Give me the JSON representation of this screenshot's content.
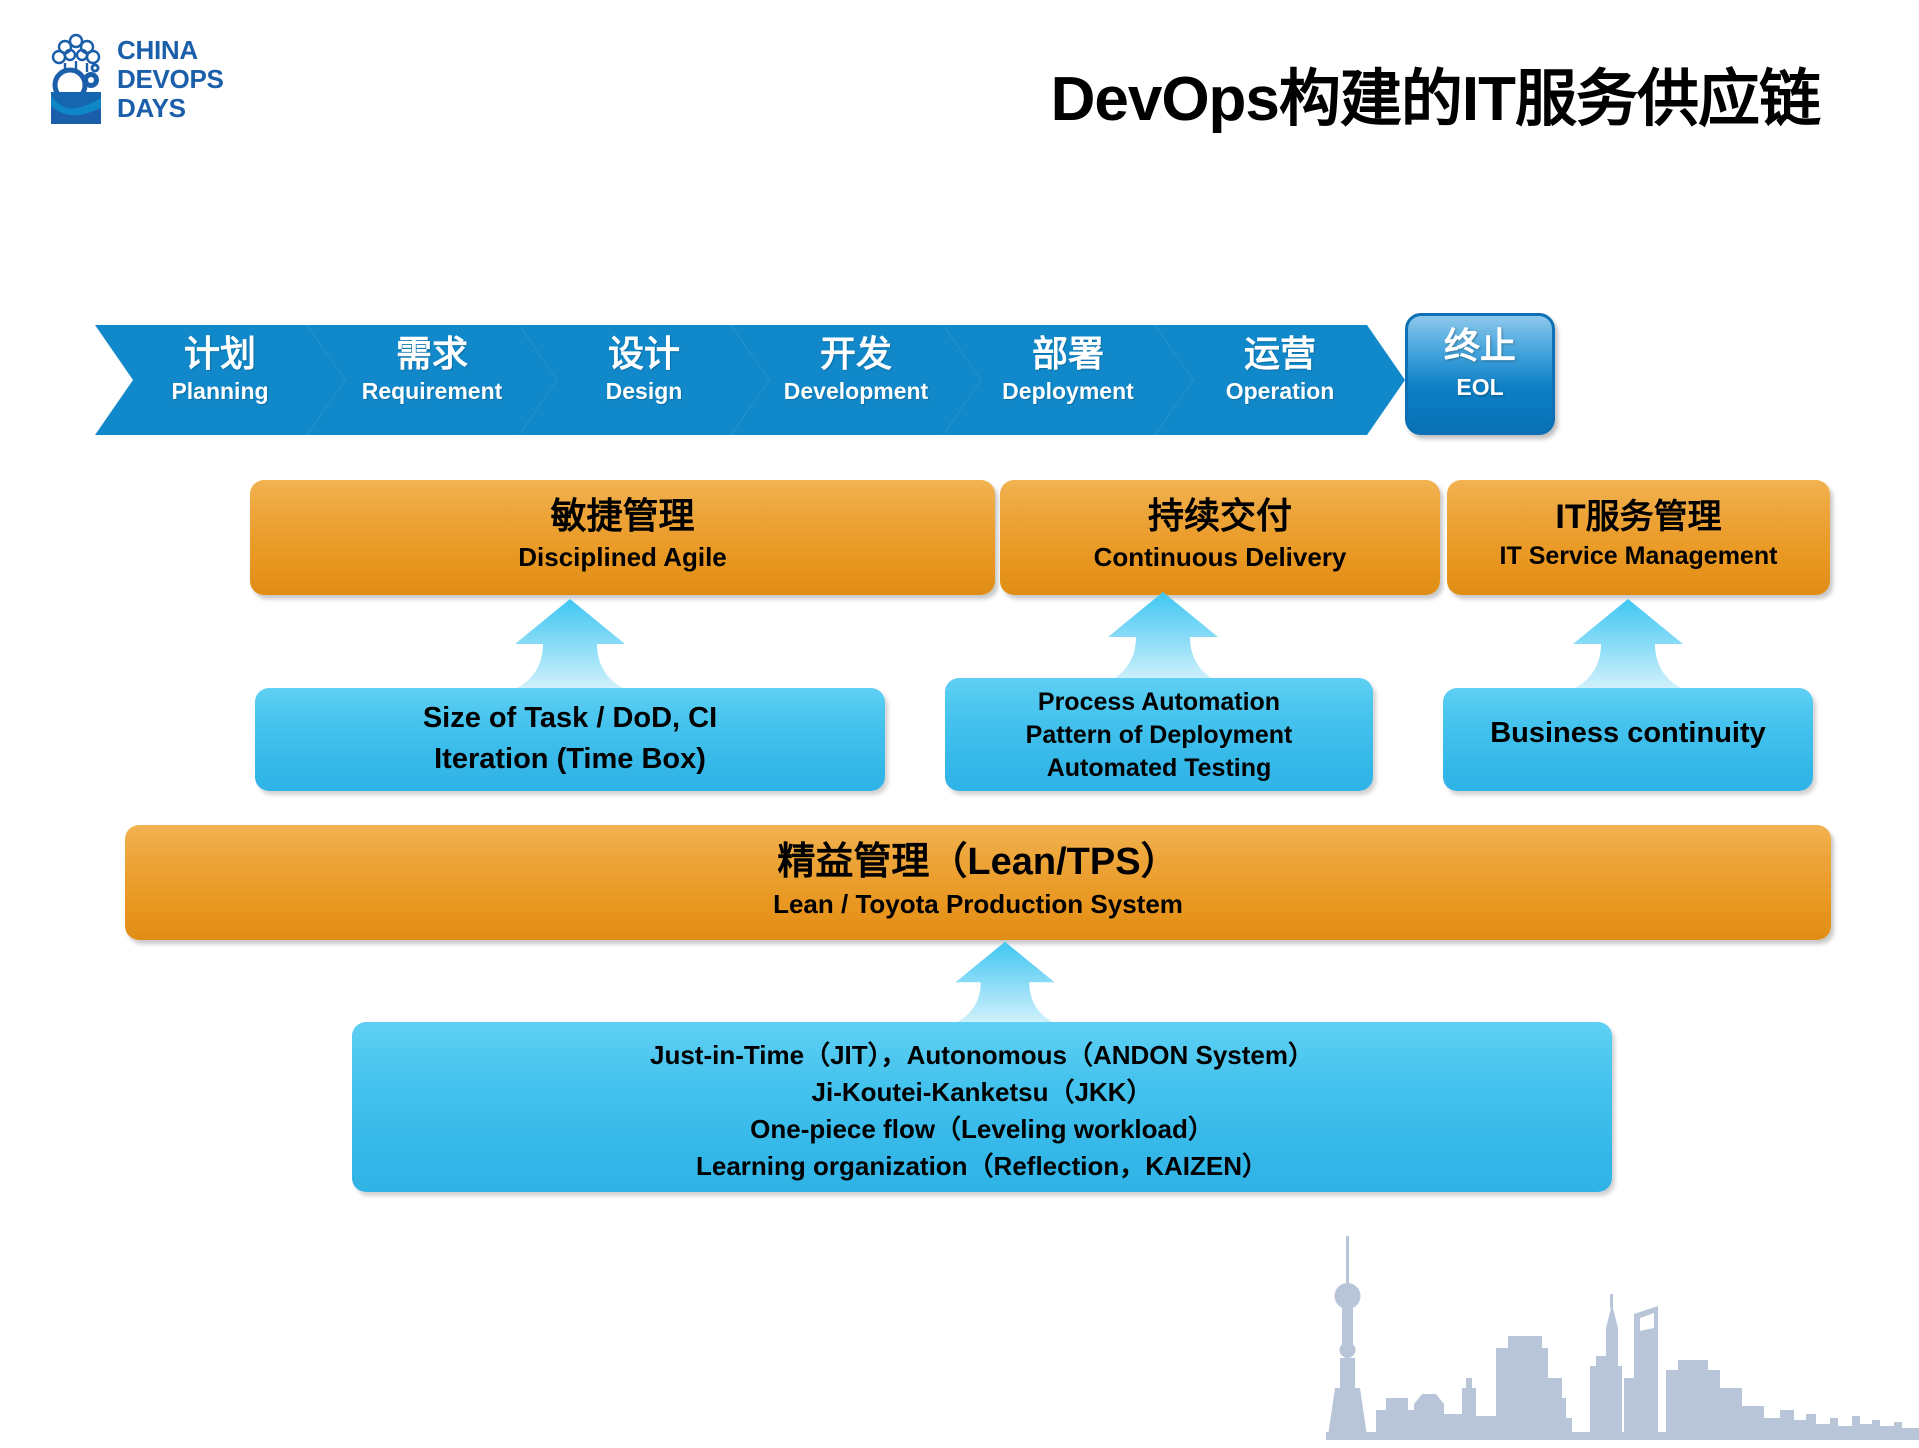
{
  "brand": {
    "logo_name": "china-devopsdays-logo",
    "line1": "CHINA",
    "line2": "DEVOPS",
    "line3": "DAYS",
    "logo_color": "#1b5faa"
  },
  "header": {
    "title": "DevOps构建的IT服务供应链"
  },
  "colors": {
    "phase_blue": "#1088c9",
    "eol_blue": "#0c7fc6",
    "orange": "#e8961f",
    "light_blue": "#45c3ee",
    "skyline_gray": "#b8c4d8",
    "title_black": "#000000"
  },
  "lifecycle": {
    "phases": [
      {
        "cn": "计划",
        "en": "Planning"
      },
      {
        "cn": "需求",
        "en": "Requirement"
      },
      {
        "cn": "设计",
        "en": "Design"
      },
      {
        "cn": "开发",
        "en": "Development"
      },
      {
        "cn": "部署",
        "en": "Deployment"
      },
      {
        "cn": "运营",
        "en": "Operation"
      }
    ],
    "eol": {
      "cn": "终止",
      "en": "EOL"
    }
  },
  "pillars": [
    {
      "cn": "敏捷管理",
      "en": "Disciplined Agile",
      "details": [
        "Size of Task / DoD, CI",
        "Iteration (Time Box)"
      ]
    },
    {
      "cn": "持续交付",
      "en": "Continuous Delivery",
      "details": [
        "Process Automation",
        "Pattern of Deployment",
        "Automated Testing"
      ]
    },
    {
      "cn": "IT服务管理",
      "en": "IT Service Management",
      "details": [
        "Business continuity"
      ]
    }
  ],
  "foundation": {
    "cn": "精益管理（Lean/TPS）",
    "en": "Lean / Toyota Production System",
    "details": [
      "Just-in-Time（JIT），Autonomous（ANDON System）",
      "Ji-Koutei-Kanketsu（JKK）",
      "One-piece flow（Leveling workload）",
      "Learning organization（Reflection，KAIZEN）"
    ]
  },
  "decoration": {
    "skyline_name": "shanghai-skyline-silhouette"
  }
}
